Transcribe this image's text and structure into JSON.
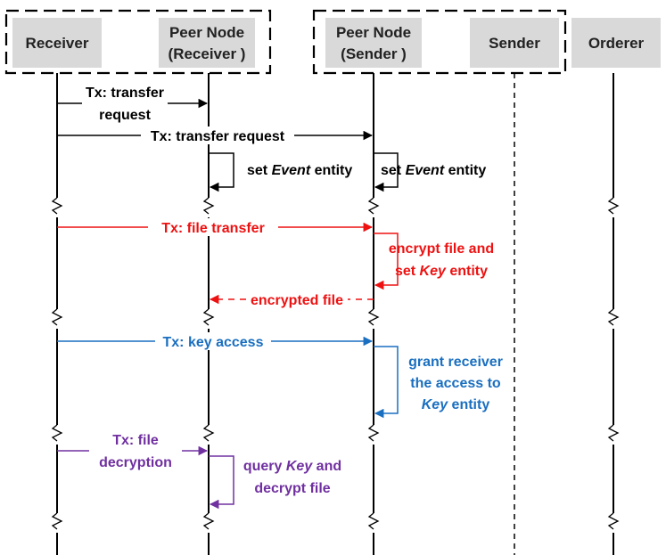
{
  "colors": {
    "black": "#000000",
    "red": "#ee1111",
    "blue": "#1a6fc0",
    "purple": "#7030a0",
    "header_fill": "#d9d9d9"
  },
  "participants": {
    "receiver": "Receiver",
    "peer_receiver_line1": "Peer Node",
    "peer_receiver_line2": "(Receiver )",
    "peer_sender_line1": "Peer Node",
    "peer_sender_line2": "(Sender )",
    "sender": "Sender",
    "orderer": "Orderer"
  },
  "messages": {
    "m1_line1": "Tx: transfer",
    "m1_line2": "request",
    "m2": "Tx: transfer request",
    "m3_pre": "set ",
    "m3_em": "Event",
    "m3_post": " entity",
    "m4_pre": "set ",
    "m4_em": "Event",
    "m4_post": " entity",
    "m5": "Tx: file transfer",
    "m6_line1": "encrypt file and",
    "m6_line2_pre": "set ",
    "m6_line2_em": "Key",
    "m6_line2_post": " entity",
    "m7": "encrypted file",
    "m8": "Tx: key access",
    "m9_line1": "grant receiver",
    "m9_line2": "the access to",
    "m9_line3_em": "Key",
    "m9_line3_post": " entity",
    "m10_line1": "Tx: file",
    "m10_line2": "decryption",
    "m11_line1_pre": "query ",
    "m11_line1_em": "Key",
    "m11_line1_post": " and",
    "m11_line2": "decrypt file"
  }
}
